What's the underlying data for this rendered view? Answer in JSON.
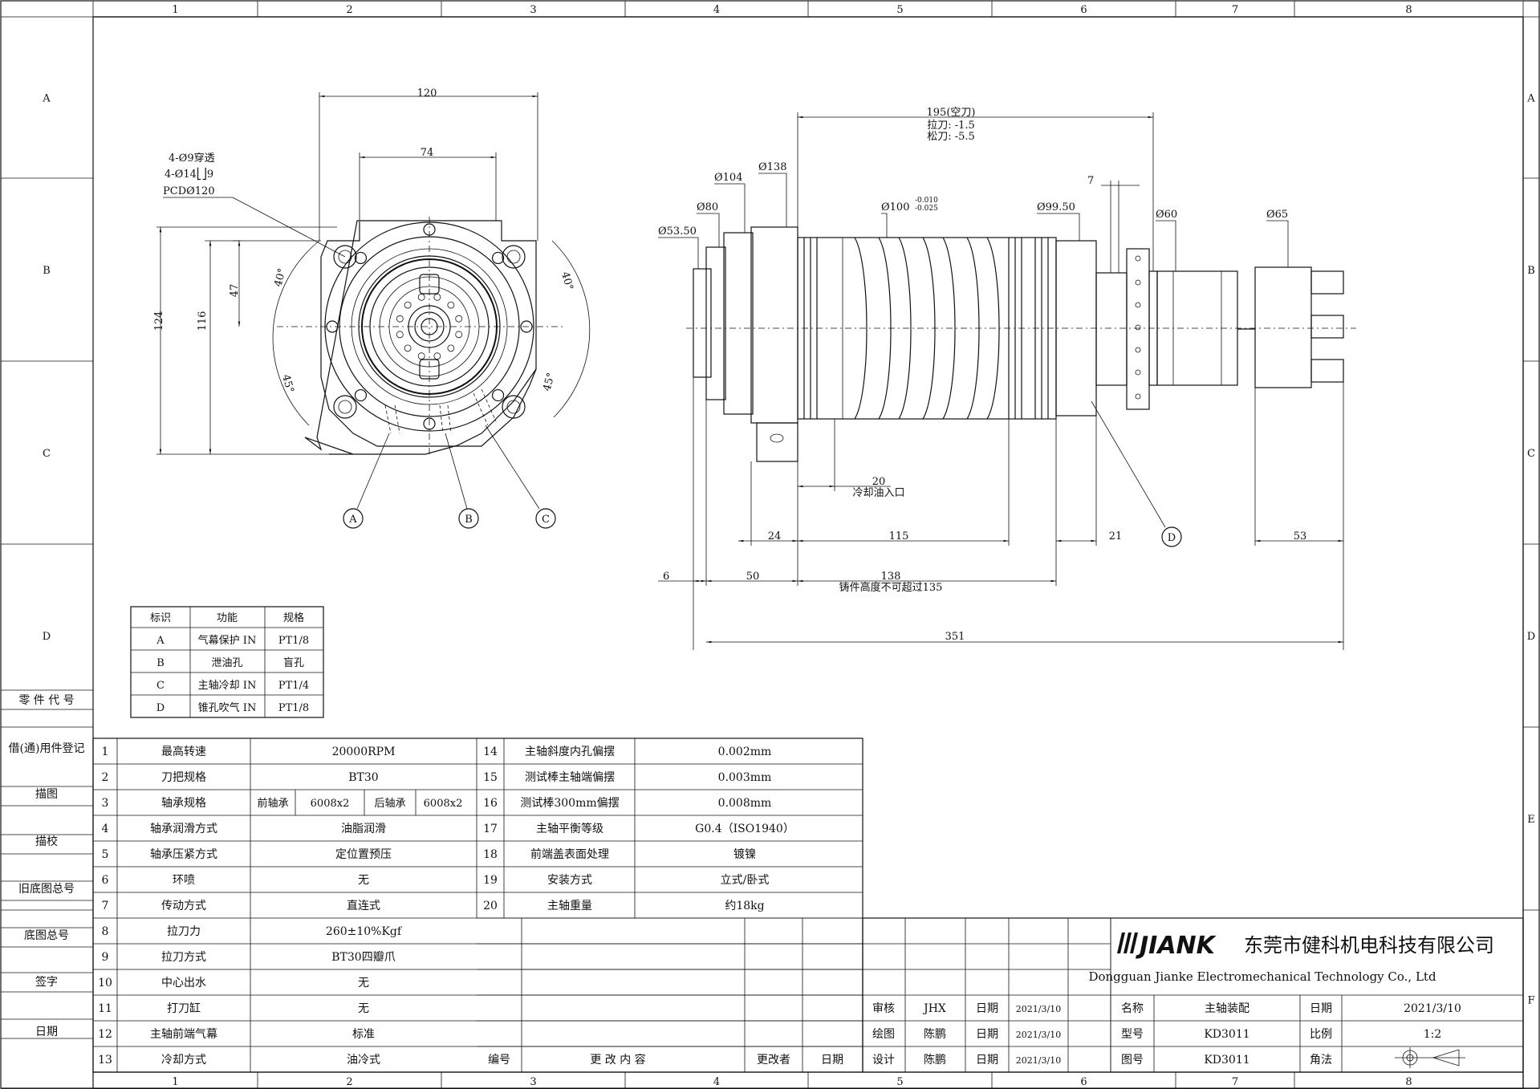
{
  "zones": {
    "cols": [
      "1",
      "2",
      "3",
      "4",
      "5",
      "6",
      "7",
      "8"
    ],
    "rows": [
      "A",
      "B",
      "C",
      "D",
      "E",
      "F"
    ]
  },
  "left_labels": [
    "零 件 代 号",
    "借(通)用件登记",
    "描图",
    "描校",
    "旧底图总号",
    "底图总号",
    "签字",
    "日期"
  ],
  "front_view": {
    "dims": {
      "w120": "120",
      "w74": "74",
      "h124": "124",
      "h116": "116",
      "h47": "47"
    },
    "angles": {
      "a40l": "40°",
      "a40r": "40°",
      "a45l": "45°",
      "a45r": "45°"
    },
    "hole_note": [
      "4-Ø9穿透",
      "4-Ø14⎣⎦9",
      "PCDØ120"
    ],
    "markers": [
      "A",
      "B",
      "C"
    ]
  },
  "side_view": {
    "overall": [
      "195(空刀)",
      "拉刀: -1.5",
      "松刀: -5.5"
    ],
    "diameters": {
      "d138": "Ø138",
      "d104": "Ø104",
      "d80": "Ø80",
      "d5350": "Ø53.50",
      "d100": "Ø100",
      "d100tol_up": "-0.010",
      "d100tol_dn": "-0.025",
      "d9950": "Ø99.50",
      "d60": "Ø60",
      "d65": "Ø65"
    },
    "dims": {
      "d7": "7",
      "d20": "20",
      "coolant": "冷却油入口",
      "d24": "24",
      "d115": "115",
      "d21": "21",
      "d53": "53",
      "d6": "6",
      "d50": "50",
      "d138": "138",
      "cast_note": "铸件高度不可超过135",
      "d351": "351"
    },
    "marker_d": "D"
  },
  "port_table": {
    "headers": [
      "标识",
      "功能",
      "规格"
    ],
    "rows": [
      [
        "A",
        "气幕保护 IN",
        "PT1/8"
      ],
      [
        "B",
        "泄油孔",
        "盲孔"
      ],
      [
        "C",
        "主轴冷却 IN",
        "PT1/4"
      ],
      [
        "D",
        "锥孔吹气 IN",
        "PT1/8"
      ]
    ]
  },
  "specs_left": [
    [
      "1",
      "最高转速",
      "20000RPM"
    ],
    [
      "2",
      "刀把规格",
      "BT30"
    ],
    [
      "3",
      "轴承规格",
      "前轴承|6008x2|后轴承|6008x2"
    ],
    [
      "4",
      "轴承润滑方式",
      "油脂润滑"
    ],
    [
      "5",
      "轴承压紧方式",
      "定位置预压"
    ],
    [
      "6",
      "环喷",
      "无"
    ],
    [
      "7",
      "传动方式",
      "直连式"
    ],
    [
      "8",
      "拉刀力",
      "260±10%Kgf"
    ],
    [
      "9",
      "拉刀方式",
      "BT30四瓣爪"
    ],
    [
      "10",
      "中心出水",
      "无"
    ],
    [
      "11",
      "打刀缸",
      "无"
    ],
    [
      "12",
      "主轴前端气幕",
      "标准"
    ],
    [
      "13",
      "冷却方式",
      "油冷式"
    ]
  ],
  "specs_right": [
    [
      "14",
      "主轴斜度内孔偏摆",
      "0.002mm"
    ],
    [
      "15",
      "测试棒主轴端偏摆",
      "0.003mm"
    ],
    [
      "16",
      "测试棒300mm偏摆",
      "0.008mm"
    ],
    [
      "17",
      "主轴平衡等级",
      "G0.4（ISO1940）"
    ],
    [
      "18",
      "前端盖表面处理",
      "镀镍"
    ],
    [
      "19",
      "安装方式",
      "立式/卧式"
    ],
    [
      "20",
      "主轴重量",
      "约18kg"
    ]
  ],
  "revision_header": [
    "编号",
    "更 改 内 容",
    "更改者",
    "日期"
  ],
  "title_block": {
    "logo": "JIANK",
    "company_cn": "东莞市健科机电科技有限公司",
    "company_en": "Dongguan Jianke Electromechanical Technology Co., Ltd",
    "rows": [
      [
        "审核",
        "JHX",
        "日期",
        "2021/3/10",
        "名称",
        "主轴装配",
        "日期",
        "2021/3/10"
      ],
      [
        "绘图",
        "陈鹏",
        "日期",
        "2021/3/10",
        "型号",
        "KD3011",
        "比例",
        "1:2"
      ],
      [
        "设计",
        "陈鹏",
        "日期",
        "2021/3/10",
        "图号",
        "KD3011",
        "角法",
        ""
      ]
    ]
  }
}
